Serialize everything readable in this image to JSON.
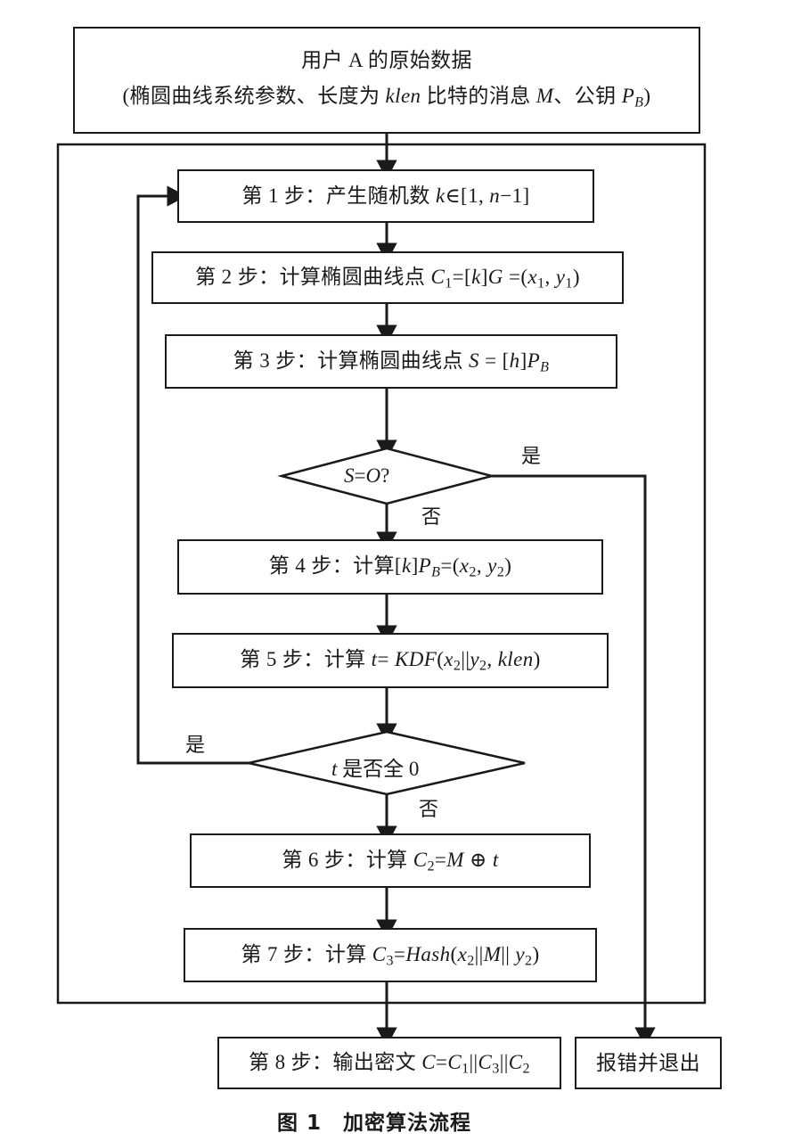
{
  "figure": {
    "caption": "图 1　加密算法流程",
    "colors": {
      "stroke": "#1a1a1a",
      "background": "#ffffff"
    }
  },
  "input_box": {
    "name": "user-input-data",
    "line1": "用户 A 的原始数据",
    "line2_prefix": "(椭圆曲线系统参数、长度为 ",
    "line2_klen": "klen",
    "line2_mid": " 比特的消息 ",
    "line2_M": "M",
    "line2_mid2": "、公钥 ",
    "line2_P": "P",
    "line2_Psub": "B",
    "line2_suffix": ")"
  },
  "steps": [
    {
      "id": "step-1",
      "label_prefix": "第 1 步：产生随机数 ",
      "var_k": "k",
      "relation": "∈[1, ",
      "var_n": "n",
      "relation_tail": "−1]"
    },
    {
      "id": "step-2",
      "label_prefix": "第 2 步：计算椭圆曲线点 ",
      "var_C": "C",
      "var_Csub": "1",
      "eq": "=[",
      "var_k": "k",
      "eq2": "]",
      "var_G": "G",
      "eq3": " =(",
      "var_x": "x",
      "var_xsub": "1",
      "comma": ", ",
      "var_y": "y",
      "var_ysub": "1",
      "tail": ")"
    },
    {
      "id": "step-3",
      "label_prefix": "第 3 步：计算椭圆曲线点 ",
      "var_S": "S",
      "eq": " = [",
      "var_h": "h",
      "eq2": "]",
      "var_P": "P",
      "var_Psub": "B"
    },
    {
      "id": "step-4",
      "label_prefix": "第 4 步：计算[",
      "var_k": "k",
      "eq": "]",
      "var_P": "P",
      "var_Psub": "B",
      "eq2": "=(",
      "var_x": "x",
      "var_xsub": "2",
      "comma": ", ",
      "var_y": "y",
      "var_ysub": "2",
      "tail": ")"
    },
    {
      "id": "step-5",
      "label_prefix": "第 5 步：计算 ",
      "var_t": "t",
      "eq": "= ",
      "fn": "KDF",
      "open": "(",
      "var_x": "x",
      "var_xsub": "2",
      "bar": "||",
      "var_y": "y",
      "var_ysub": "2",
      "comma": ",  ",
      "var_klen": "klen",
      "tail": ")"
    },
    {
      "id": "step-6",
      "label_prefix": "第 6 步：计算 ",
      "var_C": "C",
      "var_Csub": "2",
      "eq": "=",
      "var_M": "M",
      "xor": " ⊕ ",
      "var_t": "t"
    },
    {
      "id": "step-7",
      "label_prefix": "第 7 步：计算 ",
      "var_C": "C",
      "var_Csub": "3",
      "eq": "=",
      "fn": "Hash",
      "open": "(",
      "var_x": "x",
      "var_xsub": "2",
      "bar1": "||",
      "var_M": "M",
      "bar2": "|| ",
      "var_y": "y",
      "var_ysub": "2",
      "tail": ")"
    },
    {
      "id": "step-8",
      "label_prefix": "第 8 步：输出密文 ",
      "var_C": "C",
      "eq": "=",
      "var_C1": "C",
      "var_C1sub": "1",
      "bar1": "||",
      "var_C3": "C",
      "var_C3sub": "3",
      "bar2": "||",
      "var_C2": "C",
      "var_C2sub": "2"
    }
  ],
  "decisions": [
    {
      "id": "decision-s-equals-o",
      "label_S": "S",
      "label_eq": "=",
      "label_O": "O",
      "label_q": "?",
      "yes_label": "是",
      "no_label": "否"
    },
    {
      "id": "decision-t-all-zero",
      "label_t": "t",
      "label_rest": " 是否全 0",
      "yes_label": "是",
      "no_label": "否"
    }
  ],
  "error_box": {
    "name": "error-exit",
    "label": "报错并退出"
  }
}
